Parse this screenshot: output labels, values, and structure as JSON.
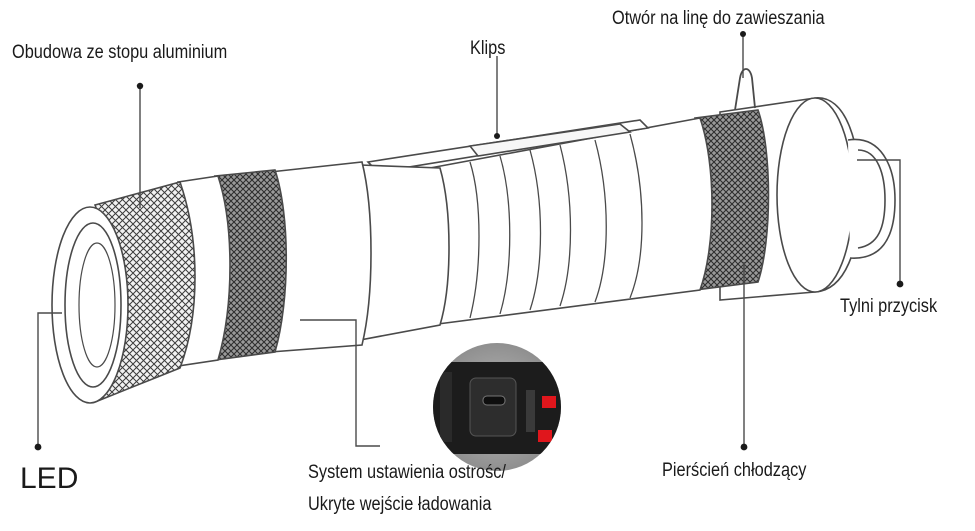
{
  "labels": {
    "housing": "Obudowa ze stopu aluminium",
    "clip": "Klips",
    "lanyard_hole": "Otwór na linę do zawieszania",
    "tail_button": "Tylni przycisk",
    "led": "LED",
    "focus_line1": "System ustawienia ostrośc/",
    "focus_line2": "Ukryte wejście ładowania",
    "cooling_ring": "Pierścień chłodzący"
  },
  "colors": {
    "line": "#4a4a4a",
    "knurl": "#3c3c3c",
    "inset_body": "#1c1c1c",
    "inset_accent": "#e0161c"
  }
}
